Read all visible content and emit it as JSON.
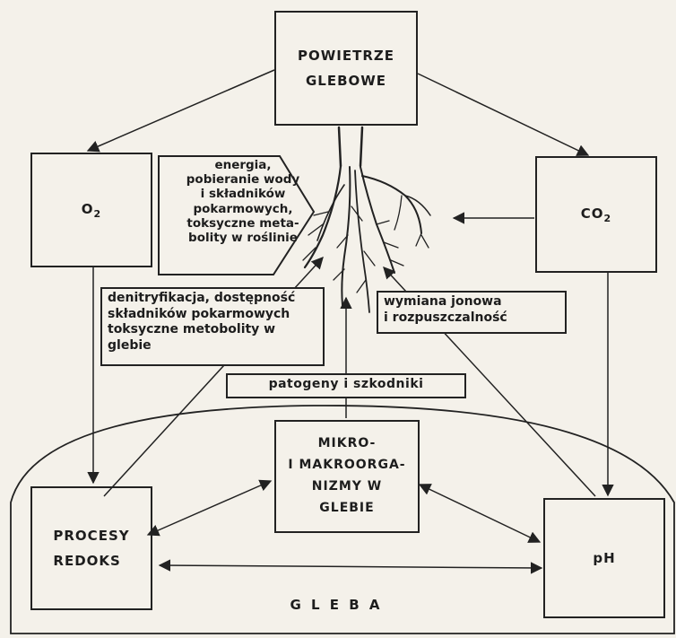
{
  "nodes": {
    "air": {
      "line1": "POWIETRZE",
      "line2": "GLEBOWE"
    },
    "o2": {
      "label": "O",
      "sub": "2"
    },
    "co2": {
      "label": "CO",
      "sub": "2"
    },
    "redox": {
      "line1": "PROCESY",
      "line2": "REDOKS"
    },
    "organisms": {
      "line1": "MIKRO-",
      "line2": "I MAKROORGA-",
      "line3": "NIZMY W",
      "line4": "GLEBIE"
    },
    "ph": {
      "label": "pH"
    },
    "soil": {
      "label": "G L E B A"
    }
  },
  "notes": {
    "energy": [
      "energia,",
      "pobieranie wody",
      "i składników",
      "pokarmowych,",
      "toksyczne meta-",
      "bolity w roślinie"
    ],
    "denitrification": [
      "denitryfikacja, dostępność",
      "składników pokarmowych",
      "toksyczne metobolity w",
      "glebie"
    ],
    "ion_exchange": [
      "wymiana jonowa",
      "i rozpuszczalność"
    ],
    "pathogens": "patogeny i szkodniki"
  },
  "colors": {
    "ink": "#222222",
    "paper": "#f4f1ea"
  }
}
